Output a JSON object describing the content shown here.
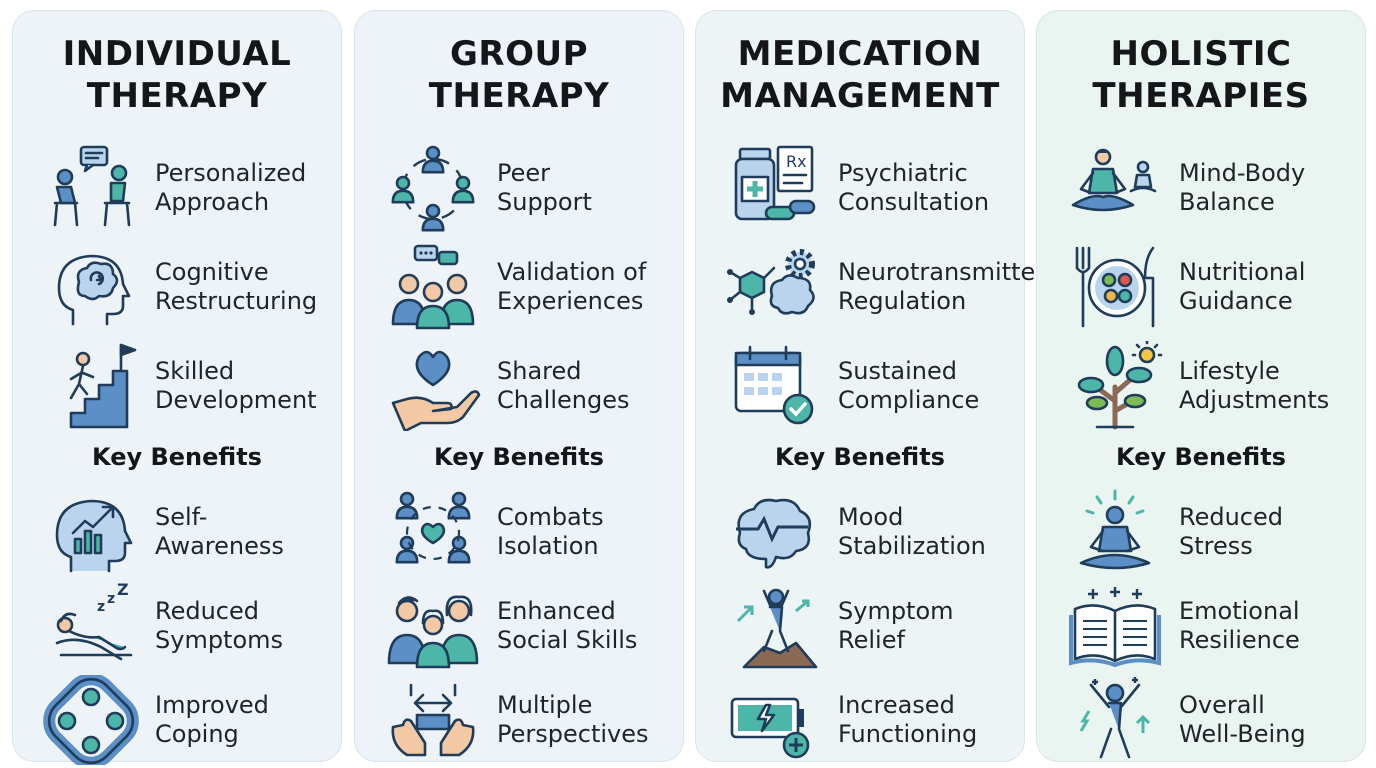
{
  "columns": [
    {
      "title": [
        "INDIVIDUAL",
        "THERAPY"
      ],
      "bg": "#eef3f8",
      "items": [
        {
          "label": [
            "Personalized",
            "Approach"
          ],
          "icon": "conversation-icon"
        },
        {
          "label": [
            "Cognitive",
            "Restructuring"
          ],
          "icon": "head-brain-icon"
        },
        {
          "label": [
            "Skilled",
            "Development"
          ],
          "icon": "climbing-stairs-icon"
        }
      ],
      "benefits_title": "Key Benefits",
      "benefits": [
        {
          "label": [
            "Self-",
            "Awareness"
          ],
          "icon": "head-growth-chart-icon"
        },
        {
          "label": [
            "Reduced",
            "Symptoms"
          ],
          "icon": "relaxing-person-icon"
        },
        {
          "label": [
            "Improved",
            "Coping"
          ],
          "icon": "interlocked-rings-icon"
        }
      ]
    },
    {
      "title": [
        "GROUP",
        "THERAPY"
      ],
      "bg": "#edf3f8",
      "items": [
        {
          "label": [
            "Peer",
            "Support"
          ],
          "icon": "people-circle-icon"
        },
        {
          "label": [
            "Validation of",
            "Experiences"
          ],
          "icon": "group-chat-icon"
        },
        {
          "label": [
            "Shared",
            "Challenges"
          ],
          "icon": "hand-heart-icon"
        }
      ],
      "benefits_title": "Key Benefits",
      "benefits": [
        {
          "label": [
            "Combats",
            "Isolation"
          ],
          "icon": "connected-people-heart-icon"
        },
        {
          "label": [
            "Enhanced",
            "Social Skills"
          ],
          "icon": "family-group-icon"
        },
        {
          "label": [
            "Multiple",
            "Perspectives"
          ],
          "icon": "hands-arrows-icon"
        }
      ]
    },
    {
      "title": [
        "MEDICATION",
        "MANAGEMENT"
      ],
      "bg": "#ecf4f6",
      "items": [
        {
          "label": [
            "Psychiatric",
            "Consultation"
          ],
          "icon": "pill-bottle-icon"
        },
        {
          "label": [
            "Neurotransmitter",
            "Regulation"
          ],
          "icon": "molecule-brain-icon"
        },
        {
          "label": [
            "Sustained",
            "Compliance"
          ],
          "icon": "calendar-check-icon"
        }
      ],
      "benefits_title": "Key Benefits",
      "benefits": [
        {
          "label": [
            "Mood",
            "Stabilization"
          ],
          "icon": "brain-pulse-icon"
        },
        {
          "label": [
            "Symptom",
            "Relief"
          ],
          "icon": "triumphant-person-icon"
        },
        {
          "label": [
            "Increased",
            "Functioning"
          ],
          "icon": "battery-charge-icon"
        }
      ]
    },
    {
      "title": [
        "HOLISTIC",
        "THERAPIES"
      ],
      "bg": "#eaf4f1",
      "items": [
        {
          "label": [
            "Mind-Body",
            "Balance"
          ],
          "icon": "meditation-icon"
        },
        {
          "label": [
            "Nutritional",
            "Guidance"
          ],
          "icon": "healthy-plate-icon"
        },
        {
          "label": [
            "Lifestyle",
            "Adjustments"
          ],
          "icon": "tree-sun-icon"
        }
      ],
      "benefits_title": "Key Benefits",
      "benefits": [
        {
          "label": [
            "Reduced",
            "Stress"
          ],
          "icon": "calm-meditation-icon"
        },
        {
          "label": [
            "Emotional",
            "Resilience"
          ],
          "icon": "open-book-icon"
        },
        {
          "label": [
            "Overall",
            "Well-Being"
          ],
          "icon": "joyful-person-icon"
        }
      ]
    }
  ],
  "colors": {
    "teal": "#4cb6a8",
    "blue": "#5b8fc6",
    "navy": "#1f3c5a",
    "light_blue": "#b9d4ec",
    "skin": "#f3c9a5"
  }
}
